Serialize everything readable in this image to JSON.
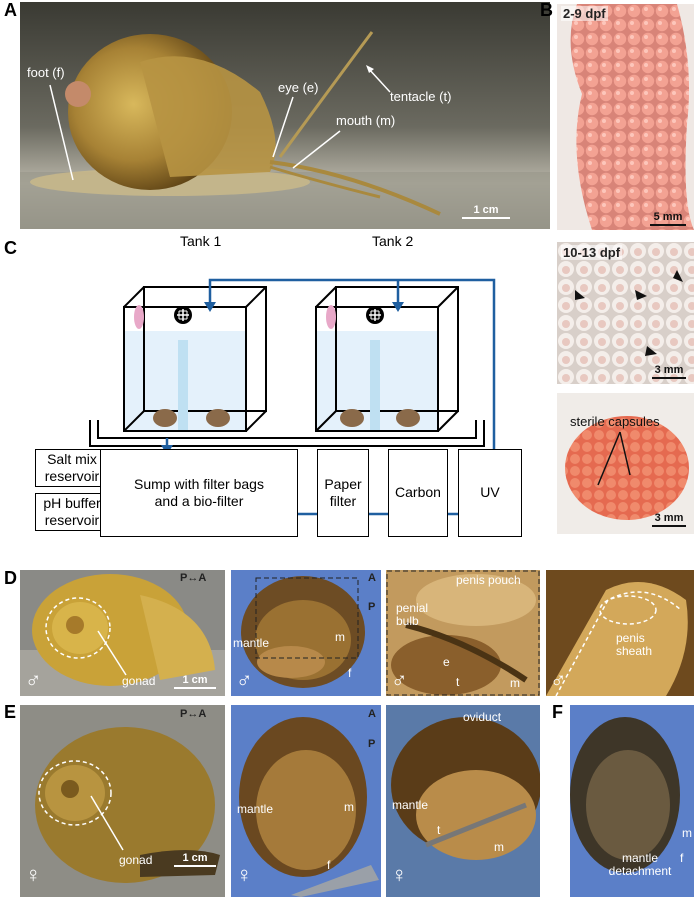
{
  "panels": {
    "A": "A",
    "B": "B",
    "C": "C",
    "D": "D",
    "E": "E",
    "F": "F"
  },
  "panel_a": {
    "labels": {
      "foot": "foot (f)",
      "eye": "eye (e)",
      "tentacle": "tentacle (t)",
      "mouth": "mouth (m)"
    },
    "scale": "1 cm"
  },
  "panel_b": {
    "top": {
      "stage": "2-9 dpf",
      "scale": "5 mm"
    },
    "middle": {
      "stage": "10-13 dpf",
      "scale": "3 mm"
    },
    "bottom": {
      "label": "sterile capsules",
      "scale": "3 mm"
    }
  },
  "panel_c": {
    "tank1": "Tank 1",
    "tank2": "Tank 2",
    "salt": "Salt mix reservoir",
    "ph": "pH buffer reservoir",
    "sump": "Sump with filter bags and a bio-filter",
    "paper": "Paper filter",
    "carbon": "Carbon",
    "uv": "UV",
    "flow_color": "#1f5fa0"
  },
  "panel_d": {
    "orient_pa": "P↔A",
    "orient_ap_a": "A",
    "orient_ap_p": "P",
    "sex": "♂",
    "gonad": "gonad",
    "scale": "1 cm",
    "mantle": "mantle",
    "m": "m",
    "f": "f",
    "e": "e",
    "t": "t",
    "penis_pouch": "penis pouch",
    "penial_bulb": "penial bulb",
    "penis_sheath": "penis sheath"
  },
  "panel_e": {
    "orient_pa": "P↔A",
    "orient_ap_a": "A",
    "orient_ap_p": "P",
    "sex": "♀",
    "gonad": "gonad",
    "scale": "1 cm",
    "mantle": "mantle",
    "m": "m",
    "f": "f",
    "t": "t",
    "oviduct": "oviduct"
  },
  "panel_f": {
    "m": "m",
    "f": "f",
    "mantle_detachment": "mantle detachment"
  }
}
